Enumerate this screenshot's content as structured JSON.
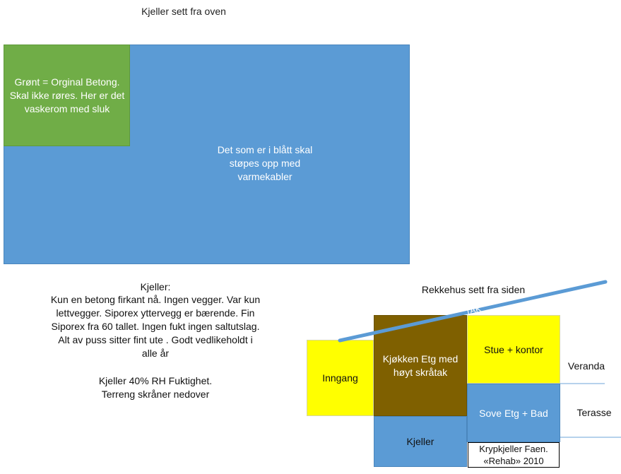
{
  "colors": {
    "blue": "#5b9bd5",
    "green": "#70ad47",
    "yellow": "#ffff00",
    "brown": "#7f6000",
    "roof_line": "#5b9bd5",
    "ground_line": "#9dc3e6",
    "text_dark": "#111111",
    "text_light": "#ffffff"
  },
  "top_view": {
    "title": "Kjeller sett fra oven",
    "green_text": "Grønt = Orginal Betong. Skal ikke røres. Her er det vaskerom med sluk",
    "blue_text": "Det som er i blått skal støpes opp med varmekabler"
  },
  "notes": {
    "heading": "Kjeller:",
    "body": "Kun en betong firkant nå. Ingen vegger. Var kun lettvegger. Siporex yttervegg er bærende. Fin Siporex fra 60 tallet. Ingen fukt ingen saltutslag. Alt av puss sitter fint ute . Godt vedlikeholdt i alle år",
    "humidity": "Kjeller 40% RH Fuktighet.",
    "terrain": "Terreng skråner nedover"
  },
  "side_view": {
    "title": "Rekkehus sett fra siden",
    "roof_label": "TAK",
    "inngang": "Inngang",
    "kjokken": "Kjøkken Etg med høyt skråtak",
    "stue": "Stue + kontor",
    "sove": "Sove Etg + Bad",
    "kjeller": "Kjeller",
    "krypkjeller": "Krypkjeller Faen. «Rehab» 2010",
    "veranda": "Veranda",
    "terasse": "Terasse"
  }
}
